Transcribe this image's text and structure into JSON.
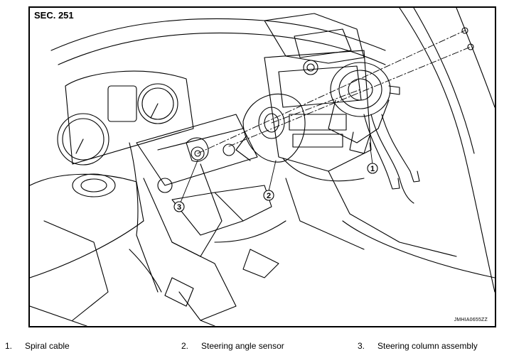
{
  "diagram": {
    "section_label": "SEC. 251",
    "image_code": "JMHIA0655ZZ",
    "callouts": [
      "1",
      "2",
      "3"
    ]
  },
  "legend": [
    {
      "number": "1.",
      "label": "Spiral cable"
    },
    {
      "number": "2.",
      "label": "Steering angle sensor"
    },
    {
      "number": "3.",
      "label": "Steering column assembly"
    }
  ]
}
